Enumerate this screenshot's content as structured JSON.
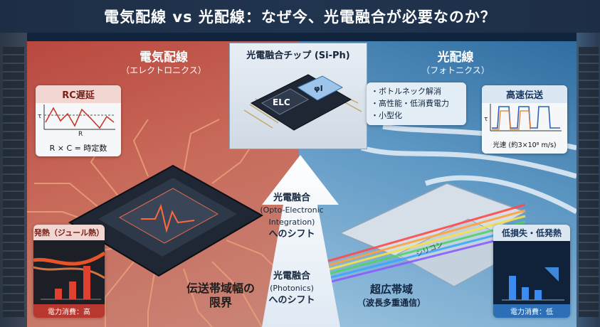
{
  "title": "電気配線 vs 光配線：なぜ今、光電融合が必要なのか？",
  "left": {
    "heading": "電気配線",
    "subheading": "（エレクトロニクス）",
    "rc_card": {
      "title": "RC遅延",
      "axis_symbol": "τ",
      "r_label": "R",
      "formula": "R × C = 時定数"
    },
    "heat_card": {
      "title": "発熱（ジュール熱）",
      "caption": "電力消費：高"
    },
    "bandwidth_label_line1": "伝送帯域幅の",
    "bandwidth_label_line2": "限界"
  },
  "center": {
    "chip_title": "光電融合チップ (Si-Ph)",
    "elc_label": "ELC",
    "phi_label": "φI",
    "shift1_line1": "光電融合",
    "shift1_line2": "(Opto-Electronic",
    "shift1_line3": "Integration)",
    "shift1_line4": "へのシフト",
    "shift2_line1": "光電融合",
    "shift2_line2": "(Photonics)",
    "shift2_line3": "へのシフト"
  },
  "right": {
    "heading": "光配線",
    "subheading": "（フォトニクス）",
    "bullets": [
      "・ボトルネック解消",
      "・高性能・低消費電力",
      "・小型化"
    ],
    "speed_card": {
      "title": "高速伝送",
      "axis_symbol": "τ",
      "caption": "光速 (約3×10⁸ m/s)"
    },
    "loss_card": {
      "title": "低損失・低発熱",
      "caption": "電力消費：低"
    },
    "silicon_label": "シリコン",
    "wideband_line1": "超広帯域",
    "wideband_line2": "（波長多重通信）"
  },
  "colors": {
    "electric": "#b8372f",
    "optical": "#2c6fb6",
    "title_bg": "#1d2d45"
  }
}
